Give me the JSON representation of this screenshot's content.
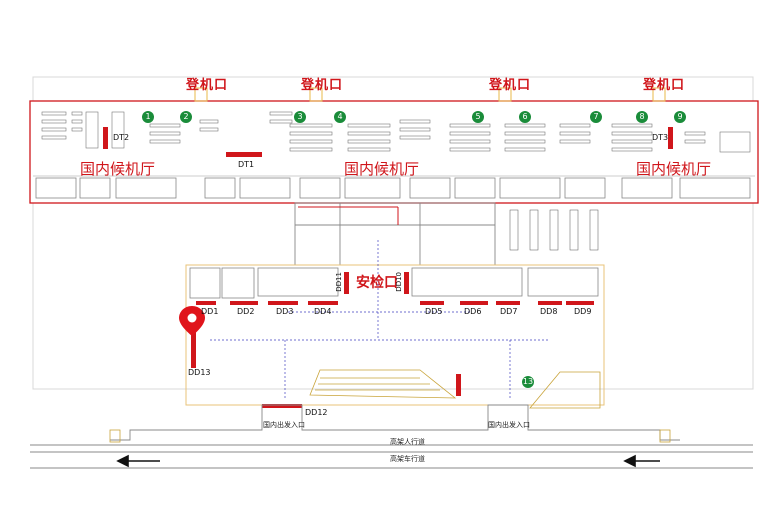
{
  "gates": [
    {
      "id": "g1",
      "label": "登机口"
    },
    {
      "id": "g2",
      "label": "登机口"
    },
    {
      "id": "g3",
      "label": "登机口"
    },
    {
      "id": "g4",
      "label": "登机口"
    }
  ],
  "halls": [
    "国内候机厅",
    "国内候机厅",
    "国内候机厅"
  ],
  "security_label": "安检口",
  "gate_numbers": [
    "1",
    "2",
    "3",
    "4",
    "5",
    "6",
    "7",
    "8",
    "9"
  ],
  "dt_codes": {
    "dt1": "DT1",
    "dt2": "DT2",
    "dt3": "DT3"
  },
  "dd_codes": {
    "dd1": "DD1",
    "dd2": "DD2",
    "dd3": "DD3",
    "dd4": "DD4",
    "dd5": "DD5",
    "dd6": "DD6",
    "dd7": "DD7",
    "dd8": "DD8",
    "dd9": "DD9",
    "dd10": "DD10",
    "dd11": "DD11",
    "dd12": "DD12",
    "dd13": "DD13"
  },
  "marker_13": "13",
  "entrances": [
    "国内出发入口",
    "国内出发入口"
  ],
  "walkway": "高架人行道",
  "roadway": "高架车行道",
  "colors": {
    "accent": "#d0161b",
    "green": "#1a8c3a",
    "wall": "#8a8a8a",
    "outline": "#e07a7a"
  },
  "icons": {
    "location": "location-pin-icon"
  }
}
